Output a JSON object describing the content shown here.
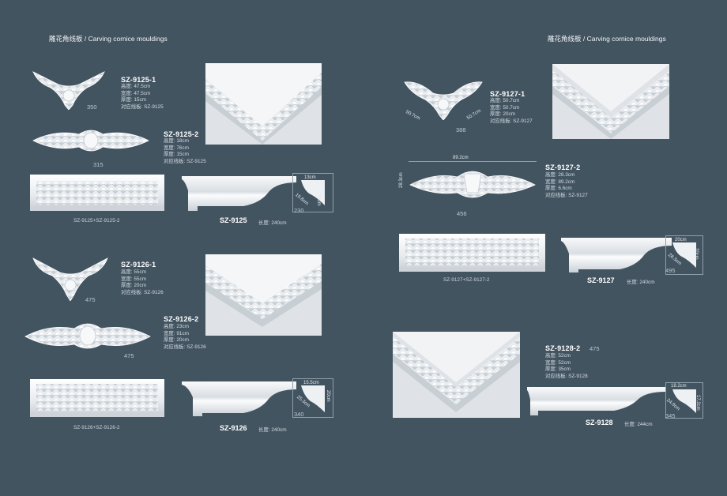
{
  "header": {
    "left_title": "雕花角线板 / Carving cornice mouldings",
    "right_title": "雕花角线板 / Carving cornice mouldings"
  },
  "products": {
    "sz_9125_1": {
      "code": "SZ-9125-1",
      "specs": [
        "高度: 47.5cm",
        "宽度: 47.5cm",
        "厚度: 15cm",
        "对应线板: SZ-9125"
      ],
      "number": "350"
    },
    "sz_9125_2": {
      "code": "SZ-9125-2",
      "specs": [
        "高度: 18cm",
        "宽度: 76cm",
        "厚度: 15cm",
        "对应线板: SZ-9125"
      ],
      "number": "315"
    },
    "sz_9126_1": {
      "code": "SZ-9126-1",
      "specs": [
        "高度: 55cm",
        "宽度: 55cm",
        "厚度: 20cm",
        "对应线板: SZ-9126"
      ],
      "number": "475"
    },
    "sz_9126_2": {
      "code": "SZ-9126-2",
      "specs": [
        "高度: 23cm",
        "宽度: 91cm",
        "厚度: 20cm",
        "对应线板: SZ-9126"
      ],
      "number": "475"
    },
    "sz_9127_1": {
      "code": "SZ-9127-1",
      "specs": [
        "高度: 50.7cm",
        "宽度: 50.7cm",
        "厚度: 20cm",
        "对应线板: SZ-9127"
      ],
      "number": "388",
      "dim_left": "50.7cm",
      "dim_right": "50.7cm"
    },
    "sz_9127_2": {
      "code": "SZ-9127-2",
      "specs": [
        "高度: 28.3cm",
        "宽度: 89.2cm",
        "厚度: 6.6cm",
        "对应线板: SZ-9127"
      ],
      "number": "456",
      "dim_width": "89.2cm",
      "dim_height": "28.3cm"
    },
    "sz_9128_2": {
      "code": "SZ-9128-2",
      "number": "475",
      "specs": [
        "高度: 52cm",
        "宽度: 52cm",
        "厚度: 35cm",
        "对应线板: SZ-9128"
      ]
    }
  },
  "captions": {
    "combo_9125": "SZ-9125+SZ-9125-2",
    "combo_9126": "SZ-9126+SZ-9126-2",
    "combo_9127": "SZ-9127+SZ-9127-2"
  },
  "mouldings": {
    "sz_9125": {
      "model": "SZ-9125",
      "length": "长度: 240cm",
      "dim_top": "13cm",
      "dim_side": "15cm",
      "dim_diag": "19.8cm",
      "number": "230"
    },
    "sz_9126": {
      "model": "SZ-9126",
      "length": "长度: 240cm",
      "dim_top": "15.5cm",
      "dim_side": "20cm",
      "dim_diag": "25.3cm",
      "number": "340"
    },
    "sz_9127": {
      "model": "SZ-9127",
      "length": "长度: 240cm",
      "dim_top": "20cm",
      "dim_side": "20cm",
      "dim_diag": "28.3cm",
      "number": "495"
    },
    "sz_9128": {
      "model": "SZ-9128",
      "length": "长度: 244cm",
      "dim_top": "18.2cm",
      "dim_side": "17.2cm",
      "dim_diag": "24.9cm",
      "number": "345"
    }
  },
  "colors": {
    "background": "#435461",
    "product": "#eef1f3",
    "text": "#ffffff"
  }
}
